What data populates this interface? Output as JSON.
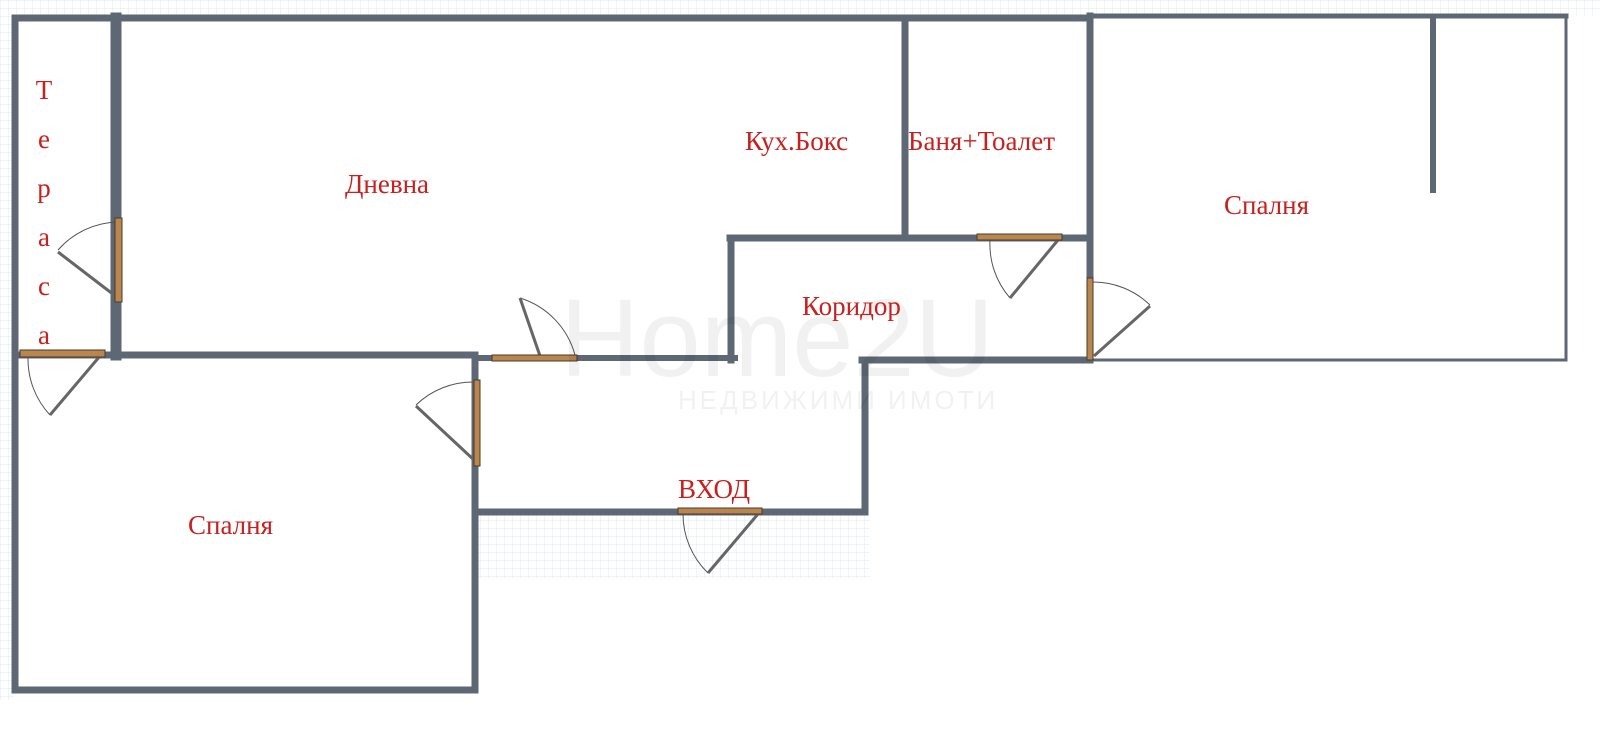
{
  "colors": {
    "wall": "#5d6874",
    "door": "#b8864e",
    "label": "#c8201e",
    "grid": "#dde8f0"
  },
  "rooms": {
    "terrace": "Тераса",
    "terrace_letters": [
      "Т",
      "е",
      "р",
      "а",
      "с",
      "а"
    ],
    "living": "Дневна",
    "kitchen": "Кух.Бокс",
    "bath": "Баня+Тоалет",
    "bedroom_right": "Спалня",
    "corridor": "Коридор",
    "bedroom_left": "Спалня",
    "entrance": "ВХОД"
  },
  "watermark": {
    "brand": "Home2U",
    "tagline": "НЕДВИЖИМИ ИМОТИ"
  }
}
